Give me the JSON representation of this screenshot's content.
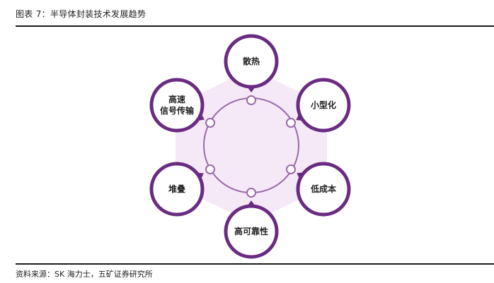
{
  "figure_title": "图表 7：半导体封装技术发展趋势",
  "source": "资料来源：SK 海力士，五矿证券研究所",
  "colors": {
    "accent": "#6a2c82",
    "hexagon_fill": "#f5e9f7",
    "inner_ring": "#9a6aaa"
  },
  "nodes": [
    {
      "id": "heat",
      "lines": [
        "散热"
      ]
    },
    {
      "id": "small",
      "lines": [
        "小型化"
      ]
    },
    {
      "id": "lowcost",
      "lines": [
        "低成本"
      ]
    },
    {
      "id": "reliability",
      "lines": [
        "高可靠性"
      ]
    },
    {
      "id": "stack",
      "lines": [
        "堆叠"
      ]
    },
    {
      "id": "signal",
      "lines": [
        "高速",
        "信号传输"
      ]
    }
  ]
}
